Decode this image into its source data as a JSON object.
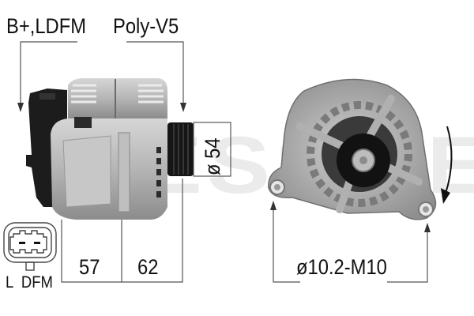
{
  "diagram": {
    "watermark": "MESSMER",
    "labels": {
      "terminals": "B+,LDFM",
      "pulley_type": "Poly-V5",
      "pulley_diameter": "ø 54",
      "dimension_a": "57",
      "dimension_b": "62",
      "connector_pins": "L  DFM",
      "mount_hole": "ø10.2-M10"
    },
    "views": [
      {
        "name": "side-view",
        "subject": "alternator side profile with connector housing and pulley"
      },
      {
        "name": "front-view",
        "subject": "alternator front with pulley, fan and mounting ears"
      }
    ],
    "indicators": {
      "rotation_direction": "clockwise"
    },
    "colors": {
      "line": "#555555",
      "text": "#111111",
      "watermark": "#ebebeb",
      "pulley": "#161616",
      "housing": "#b9b9b9"
    }
  }
}
